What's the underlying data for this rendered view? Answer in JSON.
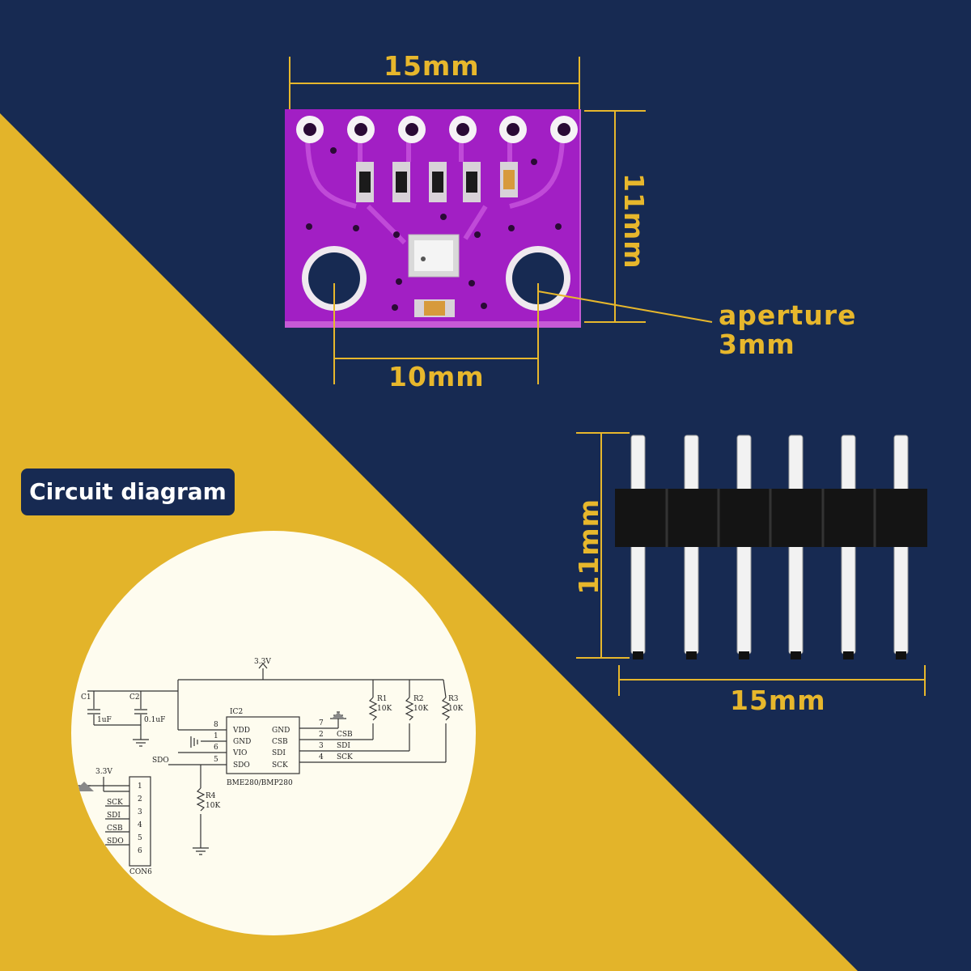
{
  "board": {
    "width_label": "15mm",
    "height_label": "11mm",
    "hole_spacing_label": "10mm",
    "aperture_label": "aperture",
    "aperture_value": "3mm"
  },
  "header_pins": {
    "height_label": "11mm",
    "width_label": "15mm"
  },
  "circuit": {
    "badge_label": "Circuit diagram",
    "supply_top": "3.3V",
    "supply_conn": "3.3V",
    "c1": "C1",
    "c1_value": "1uF",
    "c2": "C2",
    "c2_value": "0.1uF",
    "ic_ref": "IC2",
    "ic_left_pins": [
      "VDD",
      "GND",
      "VIO",
      "SDO"
    ],
    "ic_right_pins": [
      "GND",
      "CSB",
      "SDI",
      "SCK"
    ],
    "ic_left_nums": [
      "8",
      "1",
      "6",
      "5"
    ],
    "ic_right_nums": [
      "7",
      "2",
      "3",
      "4"
    ],
    "ic_part": "BME280/BMP280",
    "net_csb": "CSB",
    "net_sdi": "SDI",
    "net_sck": "SCK",
    "net_sdo": "SDO",
    "r1": "R1",
    "r1_value": "10K",
    "r2": "R2",
    "r2_value": "10K",
    "r3": "R3",
    "r3_value": "10K",
    "r4": "R4",
    "r4_value": "10K",
    "conn_pins": [
      "1",
      "2",
      "3",
      "4",
      "5",
      "6"
    ],
    "conn_nets": [
      "SCK",
      "SDI",
      "CSB",
      "SDO"
    ],
    "conn_ref": "CON6"
  },
  "colors": {
    "navy": "#172a52",
    "gold": "#e3b42a",
    "label_gold": "#e7b72c",
    "pcb_purple": "#a21fc4"
  }
}
